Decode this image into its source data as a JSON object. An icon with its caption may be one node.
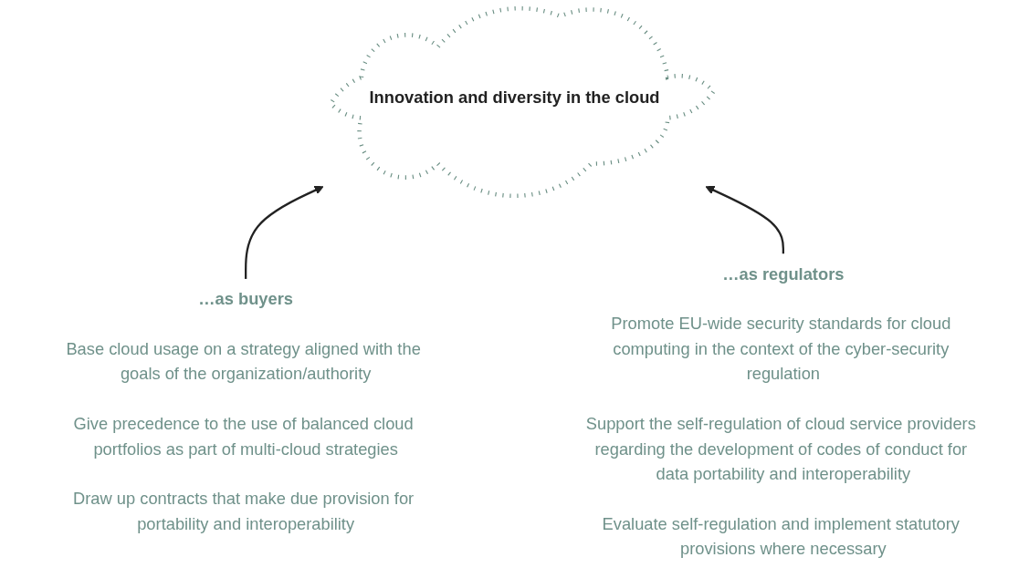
{
  "diagram": {
    "nodes": [
      {
        "text": [
          "Innovation and diversity in the cloud"
        ]
      },
      {
        "text": [
          "…as buyers",
          "Base cloud usage on a strategy aligned with the goals of the organization/authority",
          "Give precedence to the use of balanced cloud portfolios as part of multi-cloud strategies",
          "Draw up contracts that make due provision for portability and interoperability"
        ]
      },
      {
        "text": [
          "…as regulators",
          "Promote EU-wide security standards for cloud computing in the context of the cyber-security regulation",
          "Support the self-regulation of cloud service providers regarding the development of codes of conduct for data portability and interoperability",
          "Evaluate self-regulation and implement statutory provisions where necessary"
        ]
      }
    ],
    "edges": [
      {
        "from": 1,
        "to": 0,
        "arrow": "to"
      },
      {
        "from": 2,
        "to": 0,
        "arrow": "to"
      }
    ]
  }
}
